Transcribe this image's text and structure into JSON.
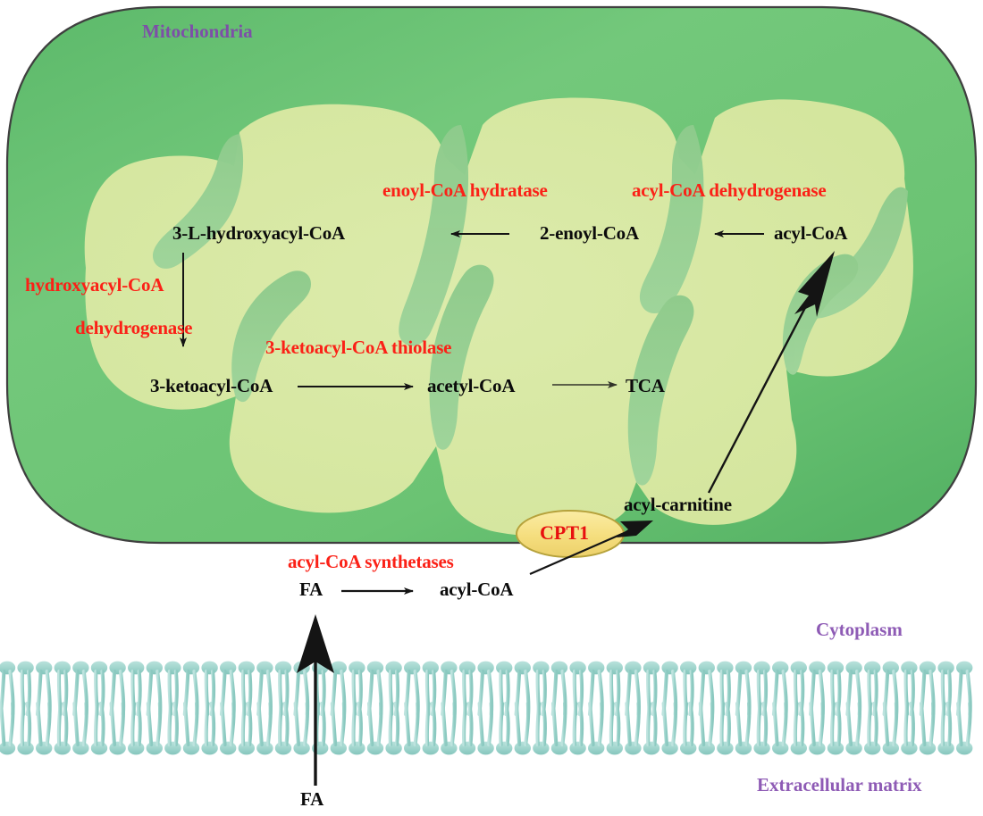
{
  "diagram": {
    "title_organelle": "Mitochondria",
    "compartments": {
      "cytoplasm": "Cytoplasm",
      "extracellular": "Extracellular matrix"
    },
    "transporter": {
      "name": "CPT1"
    },
    "enzymes": [
      {
        "id": "enoyl-coa-hydratase",
        "label": "enoyl-CoA hydratase"
      },
      {
        "id": "acyl-coa-dehydrogenase",
        "label": "acyl-CoA dehydrogenase"
      },
      {
        "id": "hydroxyacyl-coa",
        "label": "hydroxyacyl-CoA"
      },
      {
        "id": "dehydrogenase",
        "label": "dehydrogenase"
      },
      {
        "id": "3-ketoacyl-coa-thiolase",
        "label": "3-ketoacyl-CoA thiolase"
      },
      {
        "id": "acyl-coa-synthetases",
        "label": "acyl-CoA synthetases"
      }
    ],
    "metabolites": [
      {
        "id": "3-l-hydroxyacyl-coa",
        "label": "3-L-hydroxyacyl-CoA"
      },
      {
        "id": "2-enoyl-coa",
        "label": "2-enoyl-CoA"
      },
      {
        "id": "acyl-coa-matrix",
        "label": "acyl-CoA"
      },
      {
        "id": "3-ketoacyl-coa",
        "label": "3-ketoacyl-CoA"
      },
      {
        "id": "acetyl-coa",
        "label": "acetyl-CoA"
      },
      {
        "id": "tca",
        "label": "TCA"
      },
      {
        "id": "acyl-carnitine",
        "label": "acyl-carnitine"
      },
      {
        "id": "fa-cytoplasm",
        "label": "FA"
      },
      {
        "id": "acyl-coa-cytoplasm",
        "label": "acyl-CoA"
      },
      {
        "id": "fa-extracellular",
        "label": "FA"
      }
    ],
    "colors": {
      "mito_outer_green": "#6cc474",
      "mito_outer_green_dark": "#4aab5c",
      "matrix_pale": "#d9e8a6",
      "crista_green": "#8ccb8b",
      "membrane_teal": "#9dd4cc",
      "cpt1_fill": "#f5de7e",
      "cpt1_stroke": "#b6a23c",
      "enzyme_red": "#fb2117",
      "organelle_purple": "#7d4fa8",
      "compartment_purple": "#8e5bb5",
      "arrow_black": "#141414"
    }
  }
}
